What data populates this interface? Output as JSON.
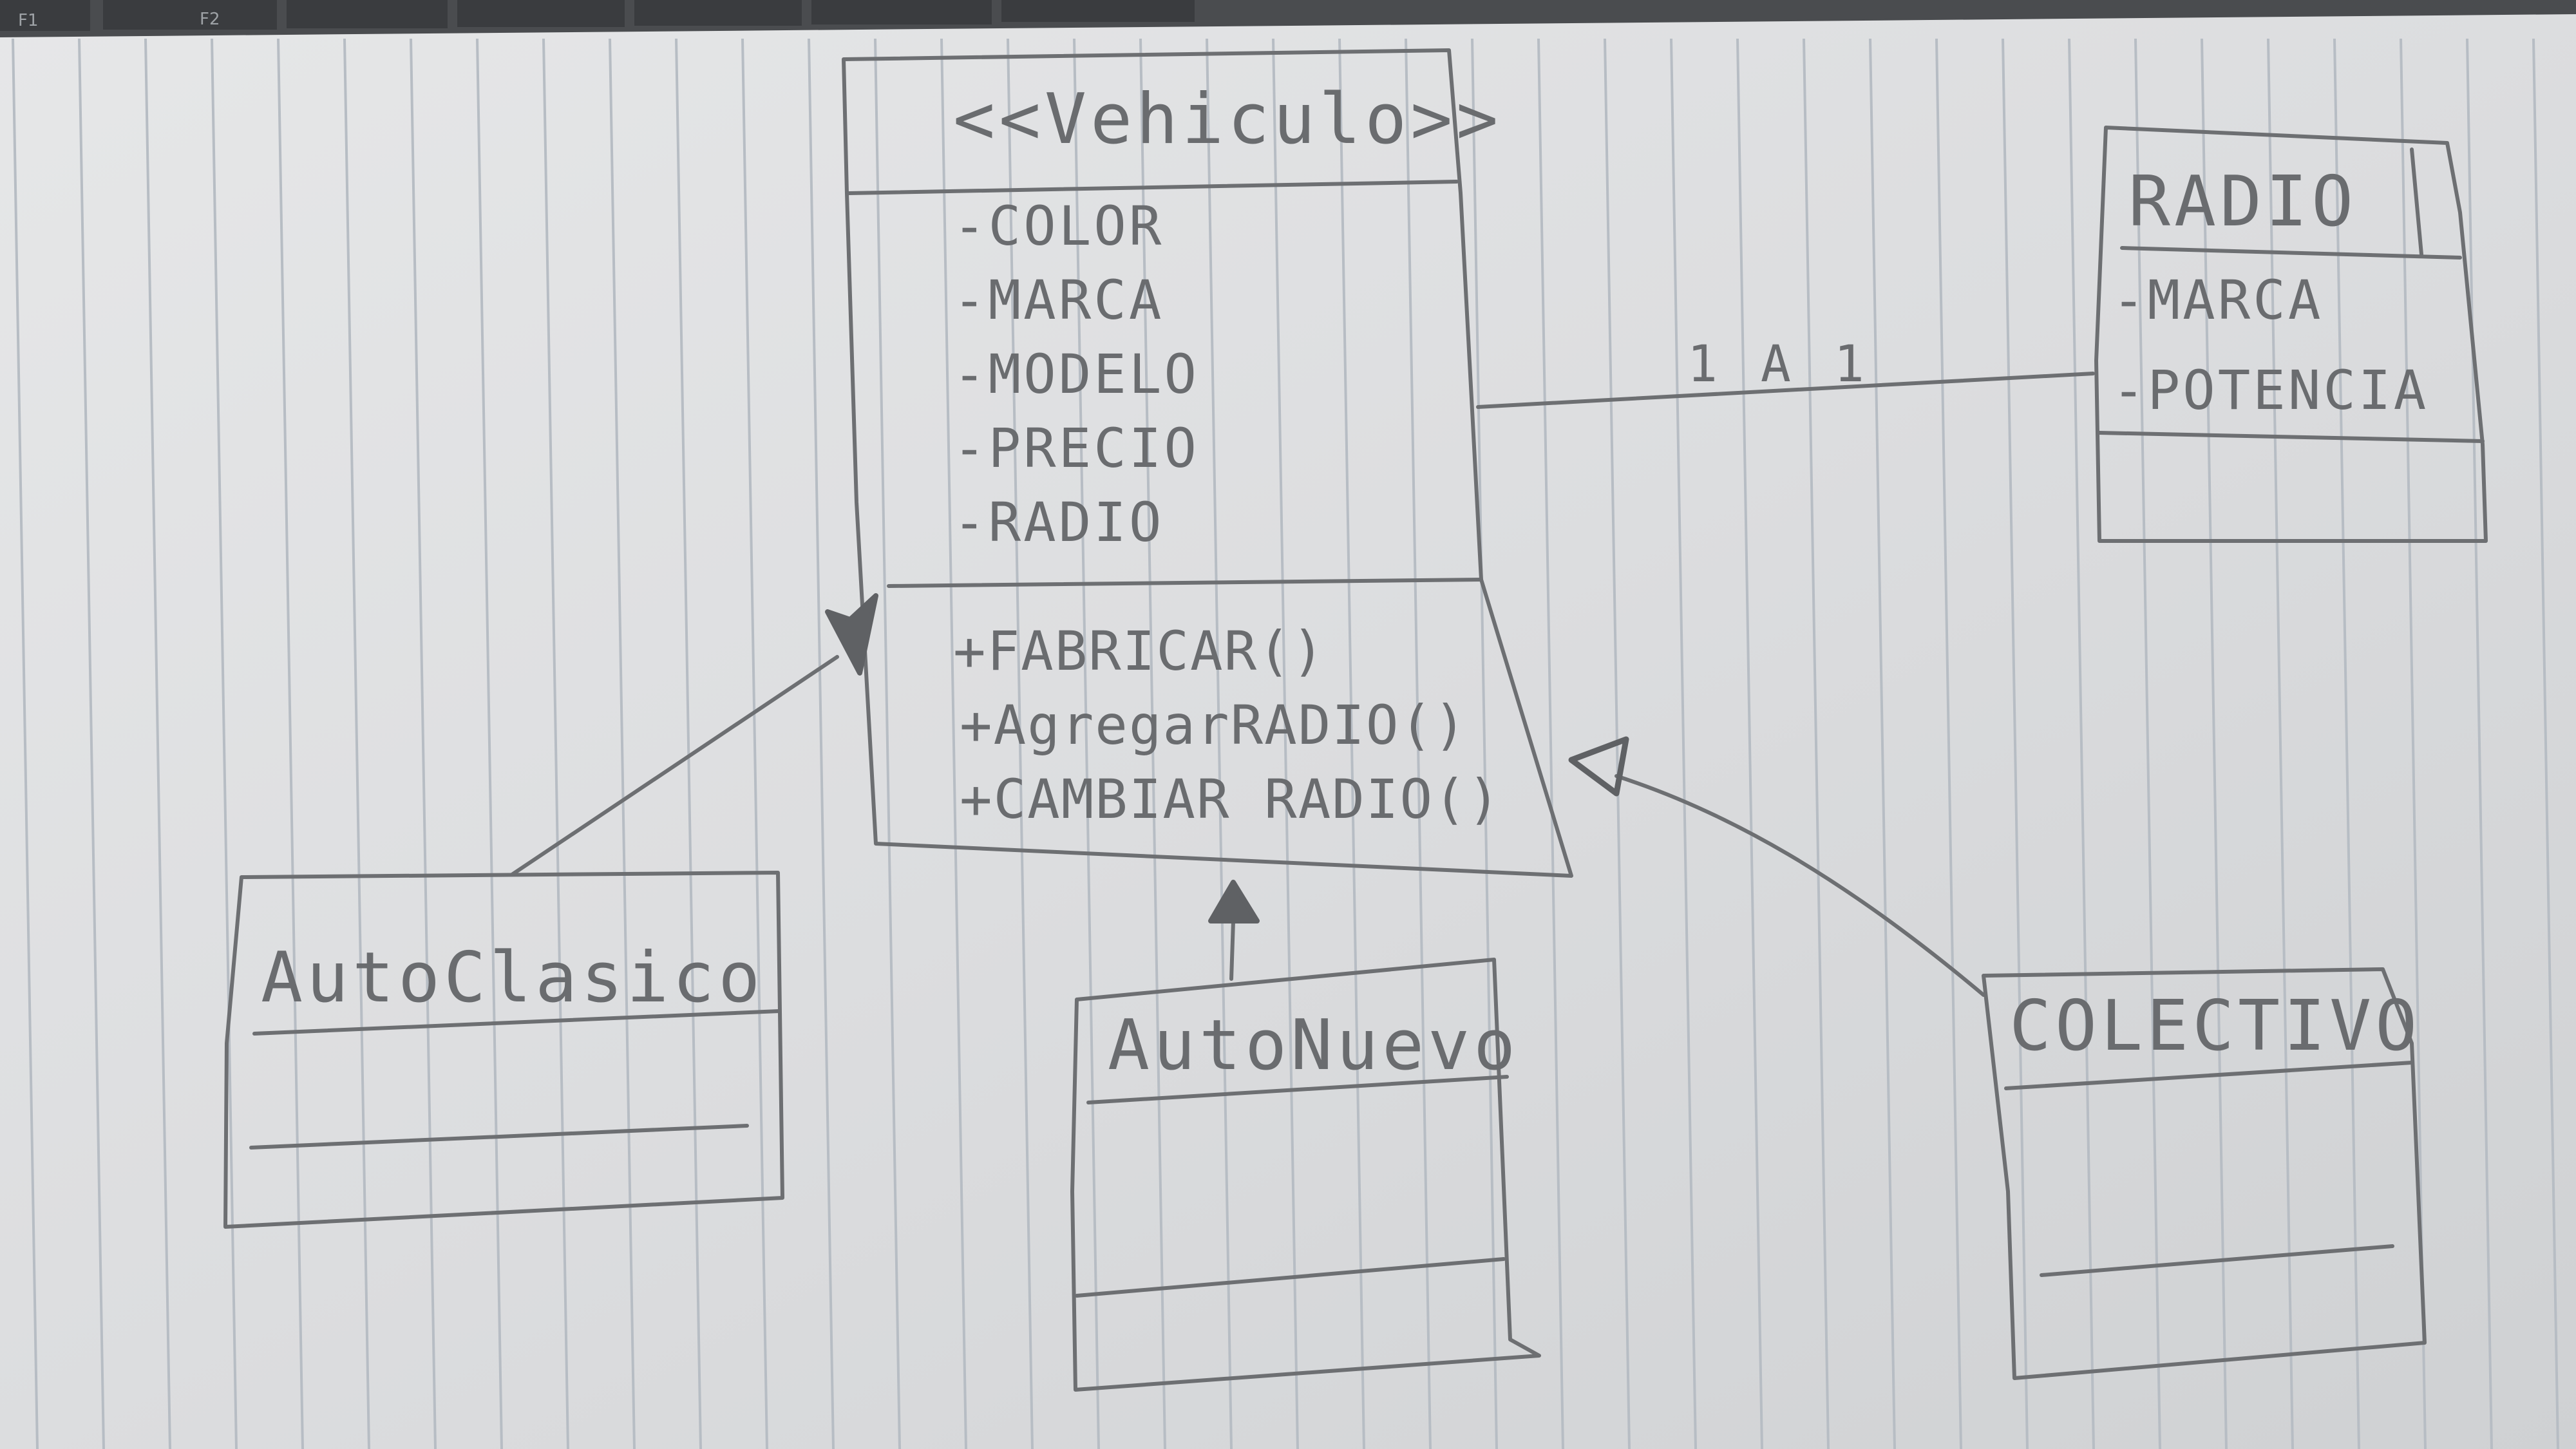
{
  "keyboard": {
    "keys": [
      "F1",
      "F2"
    ]
  },
  "multiplicity": "1 A 1",
  "classes": {
    "vehiculo": {
      "name": "<<Vehiculo>>",
      "attributes": [
        "-COLOR",
        "-MARCA",
        "-MODELO",
        "-PRECIO",
        "-RADIO"
      ],
      "methods": [
        "+FABRICAR()",
        "+AgregarRADIO()",
        "+CAMBIAR RADIO()"
      ]
    },
    "radio": {
      "name": "RADIO",
      "attributes": [
        "-MARCA",
        "-POTENCIA"
      ]
    },
    "auto_clasico": {
      "name": "AutoClasico"
    },
    "auto_nuevo": {
      "name": "AutoNuevo"
    },
    "colectivo": {
      "name": "COLECTIVO"
    }
  }
}
